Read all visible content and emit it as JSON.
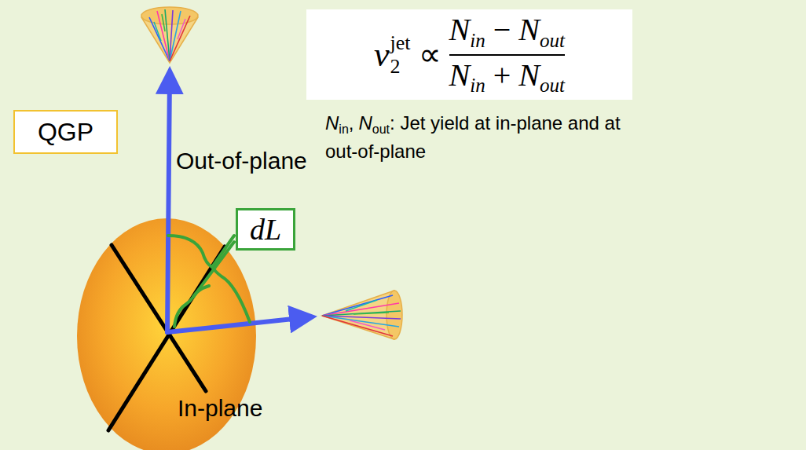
{
  "diagram": {
    "nodes": [
      {
        "text": [
          "QGP"
        ]
      },
      {
        "text": [
          "dL"
        ]
      },
      {
        "text": [
          "v",
          "2",
          "jet",
          "∝",
          "N",
          "in",
          "−",
          "N",
          "out",
          "N",
          "in",
          "+",
          "N",
          "out"
        ]
      }
    ],
    "labels": [
      "Out-of-plane",
      "In-plane",
      "N",
      "in",
      ",",
      "N",
      "out",
      ": Jet yield at in-plane and at out-of-plane"
    ]
  }
}
